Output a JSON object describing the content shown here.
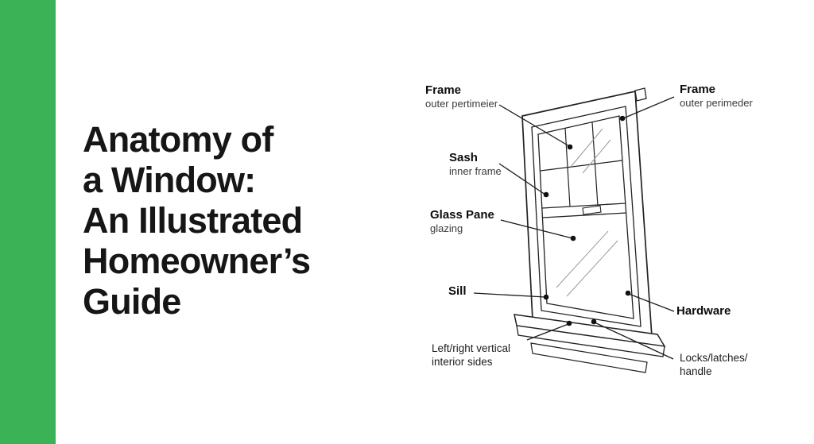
{
  "page": {
    "background": "#ffffff",
    "accent_color": "#3cb256",
    "illustration_alt": "Double-hung window line illustration with callout labels"
  },
  "title": {
    "lines": [
      "Anatomy of",
      "a Window:",
      "An Illustrated",
      "Homeowner’s",
      "Guide"
    ]
  },
  "diagram": {
    "labels": {
      "frame_left": {
        "term": "Frame",
        "caption": "outer pertimeier"
      },
      "frame_right": {
        "term": "Frame",
        "caption": "outer perimeder"
      },
      "sash": {
        "term": "Sash",
        "caption": "inner frame"
      },
      "glass_pane": {
        "term": "Glass Pane",
        "caption": "glazing"
      },
      "sill": {
        "term": "Sill"
      },
      "left_right_vertical": {
        "line1": "Left/right vertical",
        "line2": "interior sides"
      },
      "hardware": {
        "term": "Hardware"
      },
      "locks": {
        "line1": "Locks/latches/",
        "line2": "handle"
      }
    }
  }
}
